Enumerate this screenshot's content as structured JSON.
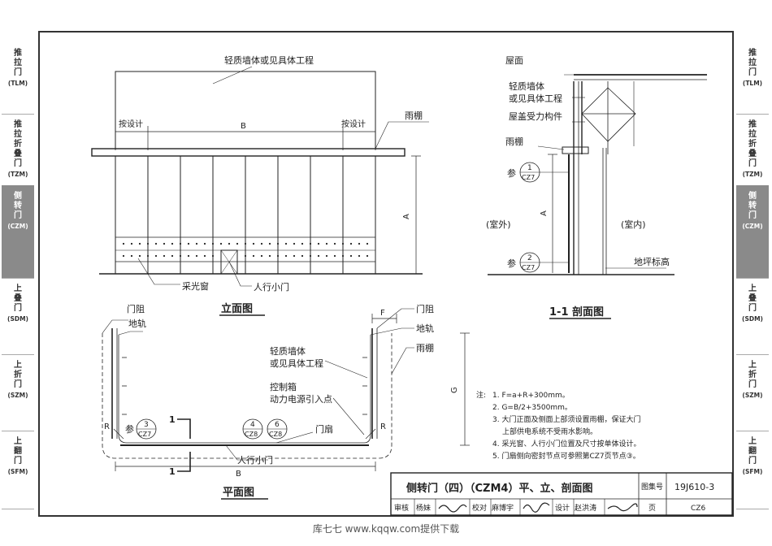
{
  "side_tabs": [
    {
      "lines": [
        "推",
        "拉",
        "门"
      ],
      "code": "(TLM)",
      "active": false
    },
    {
      "lines": [
        "推",
        "拉",
        "折",
        "叠",
        "门"
      ],
      "code": "(TZM)",
      "active": false
    },
    {
      "lines": [
        "侧",
        "转",
        "门"
      ],
      "code": "(CZM)",
      "active": true
    },
    {
      "lines": [
        "上",
        "叠",
        "门"
      ],
      "code": "(SDM)",
      "active": false
    },
    {
      "lines": [
        "上",
        "折",
        "门"
      ],
      "code": "(SZM)",
      "active": false
    },
    {
      "lines": [
        "上",
        "翻",
        "门"
      ],
      "code": "(SFM)",
      "active": false
    }
  ],
  "elevation": {
    "top_label": "轻质墙体或见具体工程",
    "left_dim": "按设计",
    "center_dim": "B",
    "right_dim": "按设计",
    "canopy": "雨棚",
    "height_dim": "A",
    "skylight": "采光窗",
    "wicket": "人行小门",
    "title": "立面图"
  },
  "section": {
    "roof": "屋面",
    "wall_1": "轻质墙体",
    "wall_2": "或见具体工程",
    "roof_member": "屋盖受力构件",
    "canopy": "雨棚",
    "ref_prefix": "参",
    "ref1_num": "1",
    "ref1_page": "CZ7",
    "ref2_num": "2",
    "ref2_page": "CZ7",
    "height_dim": "A",
    "outdoor": "(室外)",
    "indoor": "(室内)",
    "floor_level": "地坪标高",
    "title": "1-1 剖面图"
  },
  "plan": {
    "door_stop_l": "门阻",
    "rail_l": "地轨",
    "door_stop_r": "门阻",
    "rail_r": "地轨",
    "dim_f": "F",
    "canopy": "雨棚",
    "wall_1": "轻质墙体",
    "wall_2": "或见具体工程",
    "control_box": "控制箱",
    "power_entry": "动力电源引入点",
    "r_left": "R",
    "r_right": "R",
    "ref_prefix": "参",
    "ref3_num": "3",
    "ref3_page": "CZ7",
    "ref4_num": "4",
    "ref4_page": "CZ8",
    "ref6_num": "6",
    "ref6_page": "CZ8",
    "door_leaf": "门扇",
    "wicket": "人行小门",
    "dim_b": "B",
    "dim_g": "G",
    "cut_top": "1",
    "cut_bottom": "1",
    "title": "平面图"
  },
  "notes": {
    "heading": "注:",
    "items": [
      "1. F=a+R+300mm。",
      "2. G=B/2+3500mm。",
      "3. 大门正面及侧面上部须设置雨棚，保证大门",
      "上部供电系统不受雨水影响。",
      "4. 采光窗、人行小门位置及尺寸按单体设计。",
      "5. 门扇侧向密封节点可参照第CZ7页节点③。"
    ]
  },
  "title_block": {
    "drawing_title": "侧转门（四）（CZM4）平、立、剖面图",
    "atlas_label": "图集号",
    "atlas_no": "19J610-3",
    "review_label": "审核",
    "reviewer": "杨妹",
    "check_label": "校对",
    "checker": "麻博宇",
    "design_label": "设计",
    "designer": "赵洪涛",
    "page_label": "页",
    "page_no": "CZ6"
  },
  "footer": "库七七 www.kqqw.com提供下载"
}
